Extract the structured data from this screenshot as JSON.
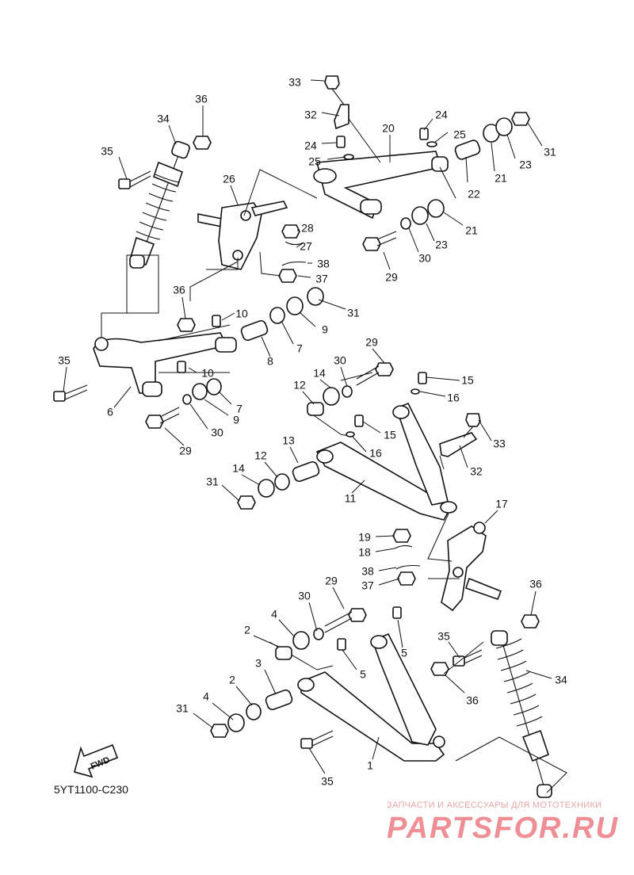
{
  "diagram_code": "5YT1100-C230",
  "fwd_label": "FWD",
  "watermark": {
    "tagline": "ЗАПЧАСТИ И АКСЕССУАРЫ ДЛЯ МОТОТЕХНИКИ",
    "logo": "PARTSFOR.RU"
  },
  "callouts": [
    "33",
    "32",
    "24",
    "20",
    "25",
    "24",
    "25",
    "31",
    "23",
    "36",
    "34",
    "35",
    "26",
    "21",
    "22",
    "28",
    "27",
    "21",
    "23",
    "30",
    "29",
    "38",
    "37",
    "36",
    "31",
    "10",
    "9",
    "7",
    "8",
    "35",
    "10",
    "6",
    "7",
    "9",
    "30",
    "29",
    "29",
    "30",
    "14",
    "15",
    "12",
    "16",
    "15",
    "33",
    "16",
    "13",
    "12",
    "32",
    "14",
    "31",
    "11",
    "17",
    "19",
    "18",
    "38",
    "37",
    "29",
    "30",
    "36",
    "4",
    "2",
    "5",
    "5",
    "35",
    "34",
    "3",
    "36",
    "2",
    "4",
    "31",
    "1",
    "35"
  ]
}
